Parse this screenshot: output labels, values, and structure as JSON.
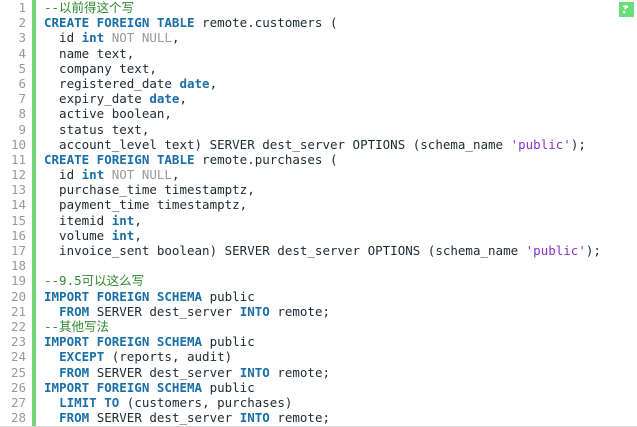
{
  "editor": {
    "language": "sql",
    "colors": {
      "background": "#ffffff",
      "gutter_number": "#9a9a9a",
      "change_bar": "#72d572",
      "keyword": "#1a6fa8",
      "comment": "#2e8b2e",
      "string": "#8a35c8",
      "null_keyword": "#9a9a9a",
      "plain_text": "#1f2a33",
      "badge": "#6ade78"
    },
    "badge": {
      "icon_name": "code-fold-icon",
      "label": ""
    },
    "first_visible_line": 1,
    "last_visible_line": 28,
    "lines": [
      {
        "number": "1",
        "tokens": [
          {
            "t": "--以前得这个写",
            "c": "cmt"
          }
        ]
      },
      {
        "number": "2",
        "tokens": [
          {
            "t": "CREATE FOREIGN TABLE",
            "c": "kw"
          },
          {
            "t": " remote.customers (",
            "c": "plain"
          }
        ]
      },
      {
        "number": "3",
        "tokens": [
          {
            "t": "  id ",
            "c": "plain"
          },
          {
            "t": "int",
            "c": "typ"
          },
          {
            "t": " ",
            "c": "plain"
          },
          {
            "t": "NOT NULL",
            "c": "nullkw"
          },
          {
            "t": ",",
            "c": "plain"
          }
        ]
      },
      {
        "number": "4",
        "tokens": [
          {
            "t": "  name text,",
            "c": "plain"
          }
        ]
      },
      {
        "number": "5",
        "tokens": [
          {
            "t": "  company text,",
            "c": "plain"
          }
        ]
      },
      {
        "number": "6",
        "tokens": [
          {
            "t": "  registered_date ",
            "c": "plain"
          },
          {
            "t": "date",
            "c": "typ"
          },
          {
            "t": ",",
            "c": "plain"
          }
        ]
      },
      {
        "number": "7",
        "tokens": [
          {
            "t": "  expiry_date ",
            "c": "plain"
          },
          {
            "t": "date",
            "c": "typ"
          },
          {
            "t": ",",
            "c": "plain"
          }
        ]
      },
      {
        "number": "8",
        "tokens": [
          {
            "t": "  active boolean,",
            "c": "plain"
          }
        ]
      },
      {
        "number": "9",
        "tokens": [
          {
            "t": "  status text,",
            "c": "plain"
          }
        ]
      },
      {
        "number": "10",
        "tokens": [
          {
            "t": "  account_level text) SERVER dest_server OPTIONS (schema_name ",
            "c": "plain"
          },
          {
            "t": "'public'",
            "c": "str"
          },
          {
            "t": ");",
            "c": "plain"
          }
        ]
      },
      {
        "number": "11",
        "tokens": [
          {
            "t": "CREATE FOREIGN TABLE",
            "c": "kw"
          },
          {
            "t": " remote.purchases (",
            "c": "plain"
          }
        ]
      },
      {
        "number": "12",
        "tokens": [
          {
            "t": "  id ",
            "c": "plain"
          },
          {
            "t": "int",
            "c": "typ"
          },
          {
            "t": " ",
            "c": "plain"
          },
          {
            "t": "NOT NULL",
            "c": "nullkw"
          },
          {
            "t": ",",
            "c": "plain"
          }
        ]
      },
      {
        "number": "13",
        "tokens": [
          {
            "t": "  purchase_time timestamptz,",
            "c": "plain"
          }
        ]
      },
      {
        "number": "14",
        "tokens": [
          {
            "t": "  payment_time timestamptz,",
            "c": "plain"
          }
        ]
      },
      {
        "number": "15",
        "tokens": [
          {
            "t": "  itemid ",
            "c": "plain"
          },
          {
            "t": "int",
            "c": "typ"
          },
          {
            "t": ",",
            "c": "plain"
          }
        ]
      },
      {
        "number": "16",
        "tokens": [
          {
            "t": "  volume ",
            "c": "plain"
          },
          {
            "t": "int",
            "c": "typ"
          },
          {
            "t": ",",
            "c": "plain"
          }
        ]
      },
      {
        "number": "17",
        "tokens": [
          {
            "t": "  invoice_sent boolean) SERVER dest_server OPTIONS (schema_name ",
            "c": "plain"
          },
          {
            "t": "'public'",
            "c": "str"
          },
          {
            "t": ");",
            "c": "plain"
          }
        ]
      },
      {
        "number": "18",
        "tokens": []
      },
      {
        "number": "19",
        "tokens": [
          {
            "t": "--9.5可以这么写",
            "c": "cmt"
          }
        ]
      },
      {
        "number": "20",
        "tokens": [
          {
            "t": "IMPORT FOREIGN SCHEMA",
            "c": "kw"
          },
          {
            "t": " public",
            "c": "plain"
          }
        ]
      },
      {
        "number": "21",
        "tokens": [
          {
            "t": "  ",
            "c": "plain"
          },
          {
            "t": "FROM",
            "c": "kw"
          },
          {
            "t": " SERVER dest_server ",
            "c": "plain"
          },
          {
            "t": "INTO",
            "c": "kw"
          },
          {
            "t": " remote;",
            "c": "plain"
          }
        ]
      },
      {
        "number": "22",
        "tokens": [
          {
            "t": "--其他写法",
            "c": "cmt"
          }
        ]
      },
      {
        "number": "23",
        "tokens": [
          {
            "t": "IMPORT FOREIGN SCHEMA",
            "c": "kw"
          },
          {
            "t": " public",
            "c": "plain"
          }
        ]
      },
      {
        "number": "24",
        "tokens": [
          {
            "t": "  ",
            "c": "plain"
          },
          {
            "t": "EXCEPT",
            "c": "kw"
          },
          {
            "t": " (reports, audit)",
            "c": "plain"
          }
        ]
      },
      {
        "number": "25",
        "tokens": [
          {
            "t": "  ",
            "c": "plain"
          },
          {
            "t": "FROM",
            "c": "kw"
          },
          {
            "t": " SERVER dest_server ",
            "c": "plain"
          },
          {
            "t": "INTO",
            "c": "kw"
          },
          {
            "t": " remote;",
            "c": "plain"
          }
        ]
      },
      {
        "number": "26",
        "tokens": [
          {
            "t": "IMPORT FOREIGN SCHEMA",
            "c": "kw"
          },
          {
            "t": " public",
            "c": "plain"
          }
        ]
      },
      {
        "number": "27",
        "tokens": [
          {
            "t": "  ",
            "c": "plain"
          },
          {
            "t": "LIMIT TO",
            "c": "kw"
          },
          {
            "t": " (customers, purchases)",
            "c": "plain"
          }
        ]
      },
      {
        "number": "28",
        "tokens": [
          {
            "t": "  ",
            "c": "plain"
          },
          {
            "t": "FROM",
            "c": "kw"
          },
          {
            "t": " SERVER dest_server ",
            "c": "plain"
          },
          {
            "t": "INTO",
            "c": "kw"
          },
          {
            "t": " remote;",
            "c": "plain"
          }
        ]
      }
    ]
  }
}
